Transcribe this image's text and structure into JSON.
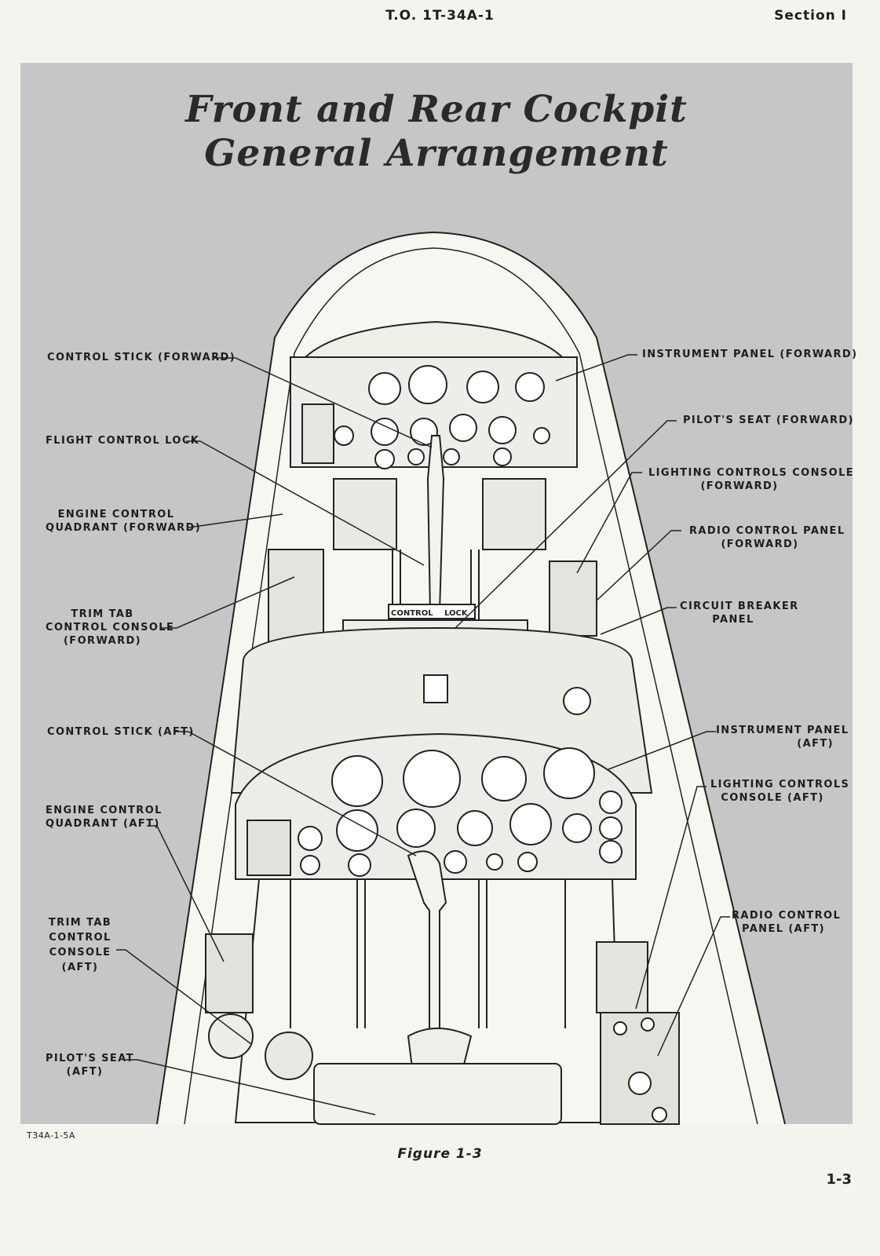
{
  "header": {
    "doc_number": "T.O. 1T-34A-1",
    "section": "Section I"
  },
  "title": {
    "line1": "Front and Rear Cockpit",
    "line2": "General Arrangement"
  },
  "placard": {
    "left": "CONTROL",
    "right": "LOCK"
  },
  "callouts": {
    "control_stick_fwd": [
      "CONTROL STICK (FORWARD)"
    ],
    "flight_control_lock": [
      "FLIGHT CONTROL LOCK"
    ],
    "engine_quadrant_fwd": [
      "ENGINE CONTROL",
      "QUADRANT (FORWARD)"
    ],
    "trim_tab_fwd": [
      "TRIM TAB",
      "CONTROL CONSOLE",
      "(FORWARD)"
    ],
    "control_stick_aft": [
      "CONTROL STICK (AFT)"
    ],
    "engine_quadrant_aft": [
      "ENGINE CONTROL",
      "QUADRANT (AFT)"
    ],
    "trim_tab_aft": [
      "TRIM TAB",
      "CONTROL",
      "CONSOLE",
      "(AFT)"
    ],
    "pilot_seat_aft": [
      "PILOT'S SEAT",
      "(AFT)"
    ],
    "instrument_panel_fwd": [
      "INSTRUMENT PANEL (FORWARD)"
    ],
    "pilot_seat_fwd": [
      "PILOT'S SEAT (FORWARD)"
    ],
    "lighting_console_fwd": [
      "LIGHTING CONTROLS CONSOLE",
      "(FORWARD)"
    ],
    "radio_panel_fwd": [
      "RADIO CONTROL PANEL",
      "(FORWARD)"
    ],
    "circuit_breaker": [
      "CIRCUIT BREAKER",
      "PANEL"
    ],
    "instrument_panel_aft": [
      "INSTRUMENT PANEL",
      "(AFT)"
    ],
    "lighting_console_aft": [
      "LIGHTING CONTROLS",
      "CONSOLE (AFT)"
    ],
    "radio_panel_aft": [
      "RADIO CONTROL",
      "PANEL (AFT)"
    ]
  },
  "footer": {
    "art_code": "T34A-1-5A",
    "figure": "Figure 1-3",
    "page": "1-3"
  }
}
